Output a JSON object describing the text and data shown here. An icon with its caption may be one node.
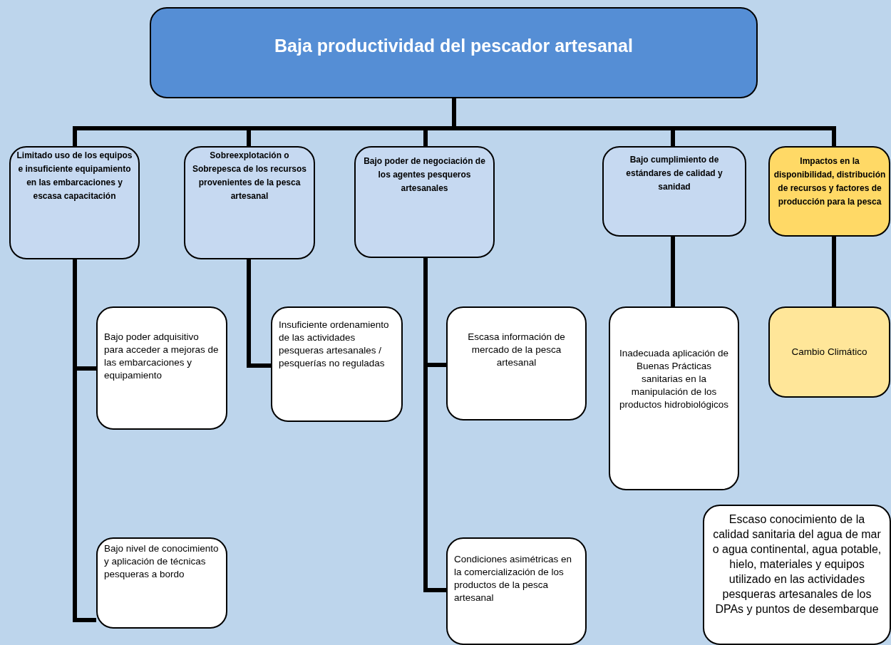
{
  "diagram": {
    "nodes": [
      {
        "text": [
          "Baja productividad del pescador artesanal"
        ]
      },
      {
        "text": [
          "Limitado uso de los equipos e insuficiente equipamiento en las embarcaciones y escasa capacitación"
        ]
      },
      {
        "text": [
          "Sobreexplotación o Sobrepesca de los recursos provenientes de la pesca artesanal"
        ]
      },
      {
        "text": [
          "Bajo poder de negociación de los agentes pesqueros artesanales"
        ]
      },
      {
        "text": [
          "Bajo cumplimiento de estándares de calidad y sanidad"
        ]
      },
      {
        "text": [
          "Impactos en la disponibilidad, distribución de recursos y factores de producción para la pesca"
        ]
      },
      {
        "text": [
          "Bajo poder adquisitivo para acceder a mejoras de las embarcaciones y equipamiento"
        ]
      },
      {
        "text": [
          "Bajo nivel de conocimiento y aplicación de técnicas pesqueras a bordo"
        ]
      },
      {
        "text": [
          "Insuficiente ordenamiento de las actividades pesqueras artesanales / pesquerías no reguladas"
        ]
      },
      {
        "text": [
          "Escasa información de mercado de la pesca artesanal"
        ]
      },
      {
        "text": [
          "Condiciones asimétricas en la comercialización de los productos de la pesca artesanal"
        ]
      },
      {
        "text": [
          "Inadecuada aplicación de Buenas Prácticas sanitarias en la manipulación de los productos hidrobiológicos"
        ]
      },
      {
        "text": [
          "Cambio Climático"
        ]
      },
      {
        "text": [
          "Escaso conocimiento de la calidad sanitaria del agua de mar o agua continental, agua potable, hielo, materiales y equipos utilizado en las actividades pesqueras artesanales de los DPAs y puntos de desembarque"
        ]
      }
    ],
    "edges": [
      {
        "from": 0,
        "to": 1,
        "arrow": "none"
      },
      {
        "from": 0,
        "to": 2,
        "arrow": "none"
      },
      {
        "from": 0,
        "to": 3,
        "arrow": "none"
      },
      {
        "from": 0,
        "to": 4,
        "arrow": "none"
      },
      {
        "from": 0,
        "to": 5,
        "arrow": "none"
      },
      {
        "from": 1,
        "to": 6,
        "arrow": "none"
      },
      {
        "from": 1,
        "to": 7,
        "arrow": "none"
      },
      {
        "from": 2,
        "to": 8,
        "arrow": "none"
      },
      {
        "from": 3,
        "to": 9,
        "arrow": "none"
      },
      {
        "from": 3,
        "to": 10,
        "arrow": "none"
      },
      {
        "from": 4,
        "to": 11,
        "arrow": "none"
      },
      {
        "from": 5,
        "to": 12,
        "arrow": "none"
      }
    ]
  }
}
